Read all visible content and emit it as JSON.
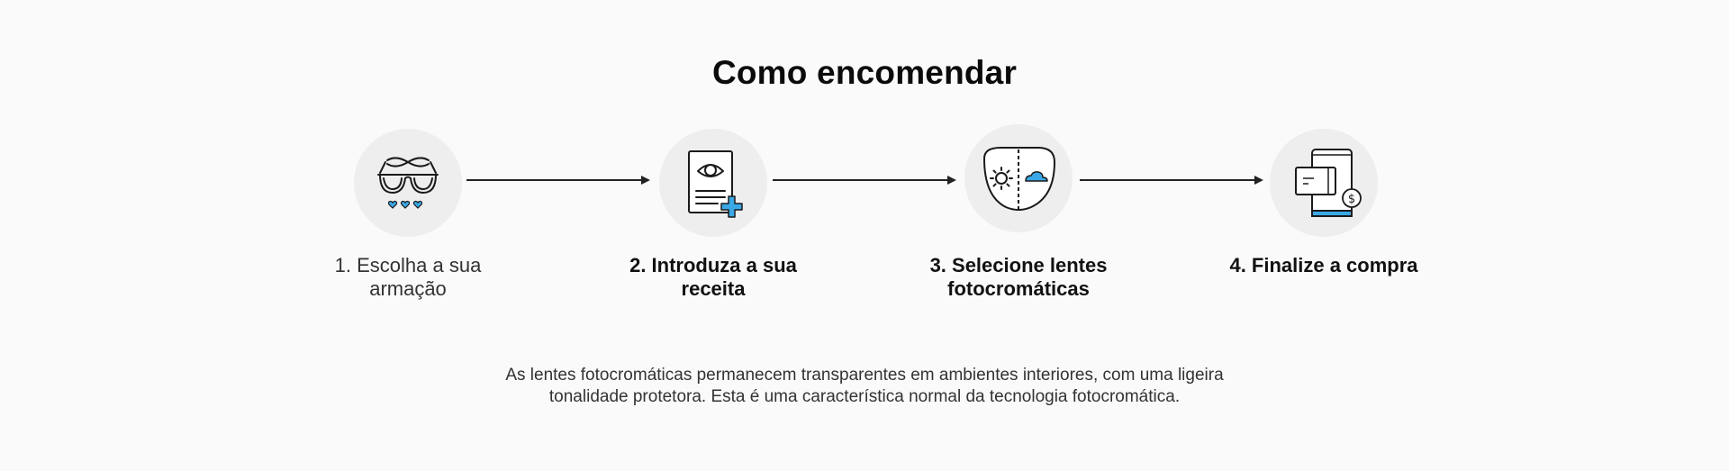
{
  "page": {
    "title": "Como encomendar"
  },
  "steps": [
    {
      "label": "1. Escolha a sua armação",
      "icon": "glasses-hearts-icon"
    },
    {
      "label": "2. Introduza a sua receita",
      "icon": "prescription-document-icon"
    },
    {
      "label": "3. Selecione lentes fotocromáticas",
      "icon": "photochromic-lens-icon"
    },
    {
      "label": "4. Finalize a compra",
      "icon": "phone-payment-icon"
    }
  ],
  "note": {
    "text": "As lentes fotocromáticas permanecem transparentes em ambientes interiores, com uma ligeira tonalidade protetora. Esta é uma característica normal da tecnologia fotocromática."
  },
  "colors": {
    "accent": "#3aa8e6",
    "icon_stroke": "#1a1a1a",
    "circle_bg": "#eeeeee",
    "background": "#fafafa"
  }
}
